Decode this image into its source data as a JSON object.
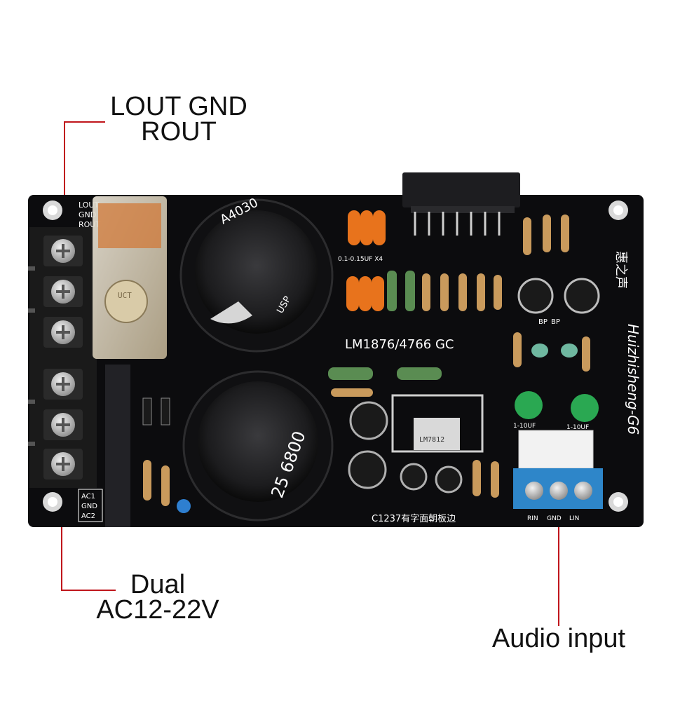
{
  "callouts": {
    "top_line1": "LOUT GND",
    "top_line2": "ROUT",
    "bottom_line1": "Dual",
    "bottom_line2": "AC12-22V",
    "audio": "Audio input"
  },
  "silkscreen": {
    "model": "LM1876/4766 GC",
    "brand": "Huizhisheng-G6",
    "brand_cn": "惠之声",
    "cap_note": "0.1-0.15UF X4",
    "edge_note": "C1237有字面朝板边",
    "out_labels": [
      "LOUT",
      "GND",
      "ROUT"
    ],
    "ac_labels": [
      "AC1",
      "GND",
      "AC2"
    ],
    "in_labels": [
      "RIN",
      "GND",
      "LIN"
    ],
    "cap_top": "A4030",
    "cap_top_side": "USP",
    "cap_bottom": "25 6800",
    "relay_mark": "UCT",
    "bp_labels": [
      "BP",
      "BP"
    ],
    "small_caps": [
      "1-10UF",
      "1-10UF"
    ],
    "reg_label": "LM7812"
  },
  "colors": {
    "pcb": "#0c0c0e",
    "callout_line": "#c0161c",
    "terminal_blue": "#2e86c9",
    "orange_cap": "#e8731c",
    "green_cap": "#2aa852"
  }
}
